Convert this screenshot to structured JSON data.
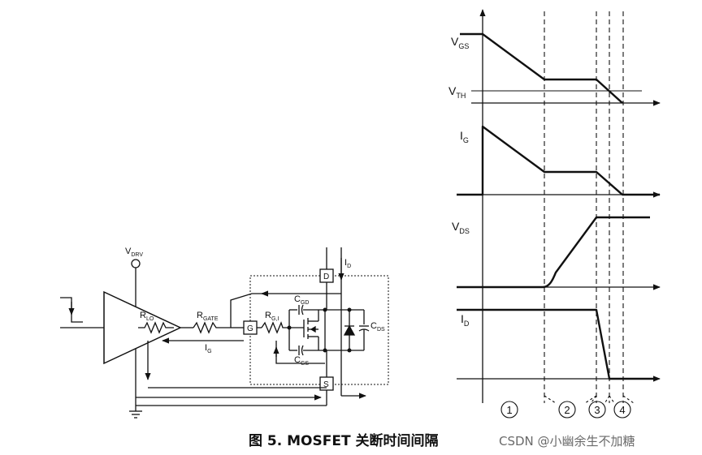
{
  "circuit": {
    "vdrv_label": "V",
    "vdrv_sub": "DRV",
    "rlo_label": "R",
    "rlo_sub": "LO",
    "rgate_label": "R",
    "rgate_sub": "GATE",
    "rgi_label": "R",
    "rgi_sub": "G,I",
    "ig_label": "I",
    "ig_sub": "G",
    "cgd_label": "C",
    "cgd_sub": "GD",
    "cgs_label": "C",
    "cgs_sub": "GS",
    "cds_label": "C",
    "cds_sub": "DS",
    "id_label": "I",
    "id_sub": "D",
    "g_pin": "G",
    "d_pin": "D",
    "s_pin": "S"
  },
  "waveforms": {
    "vgs_label": "V",
    "vgs_sub": "GS",
    "vth_label": "V",
    "vth_sub": "TH",
    "ig_label": "I",
    "ig_sub": "G",
    "vds_label": "V",
    "vds_sub": "DS",
    "id_label": "I",
    "id_sub": "D",
    "intervals": [
      "1",
      "2",
      "3",
      "4"
    ]
  },
  "caption": "图 5. MOSFET 关断时间间隔",
  "watermark": "CSDN @小幽余生不加糖"
}
